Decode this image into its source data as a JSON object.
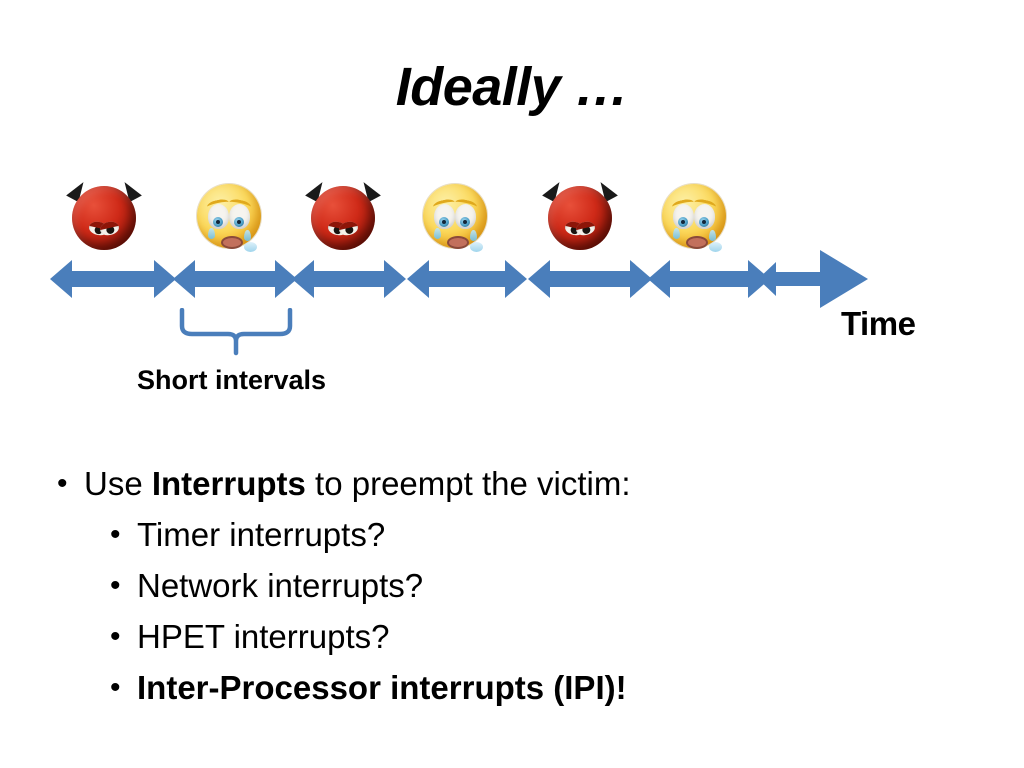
{
  "slide": {
    "title": "Ideally …",
    "background_color": "#ffffff",
    "accent_color": "#4A7EBB",
    "text_color": "#000000"
  },
  "timeline": {
    "time_label": "Time",
    "brace_caption": "Short intervals",
    "arrow_count": 6,
    "final_arrow_direction": "right",
    "emoji_sequence": [
      {
        "name": "devil-emoji",
        "mood": "angry-devil"
      },
      {
        "name": "crying-emoji",
        "mood": "crying-sad"
      },
      {
        "name": "devil-emoji",
        "mood": "angry-devil"
      },
      {
        "name": "crying-emoji",
        "mood": "crying-sad"
      },
      {
        "name": "devil-emoji",
        "mood": "angry-devil"
      },
      {
        "name": "crying-emoji",
        "mood": "crying-sad"
      }
    ]
  },
  "bullets": [
    {
      "level": 1,
      "marker": "•",
      "segments": [
        {
          "text": "Use ",
          "bold": false
        },
        {
          "text": "Interrupts",
          "bold": true
        },
        {
          "text": " to preempt the victim:",
          "bold": false
        }
      ],
      "plain": "Use Interrupts to preempt the victim:"
    },
    {
      "level": 2,
      "marker": "•",
      "segments": [
        {
          "text": "Timer interrupts?",
          "bold": false
        }
      ],
      "plain": "Timer interrupts?"
    },
    {
      "level": 2,
      "marker": "•",
      "segments": [
        {
          "text": "Network interrupts?",
          "bold": false
        }
      ],
      "plain": "Network interrupts?"
    },
    {
      "level": 2,
      "marker": "•",
      "segments": [
        {
          "text": "HPET interrupts?",
          "bold": false
        }
      ],
      "plain": "HPET interrupts?"
    },
    {
      "level": 2,
      "marker": "•",
      "segments": [
        {
          "text": "Inter-Processor interrupts (IPI)!",
          "bold": true
        }
      ],
      "plain": "Inter-Processor interrupts (IPI)!"
    }
  ]
}
